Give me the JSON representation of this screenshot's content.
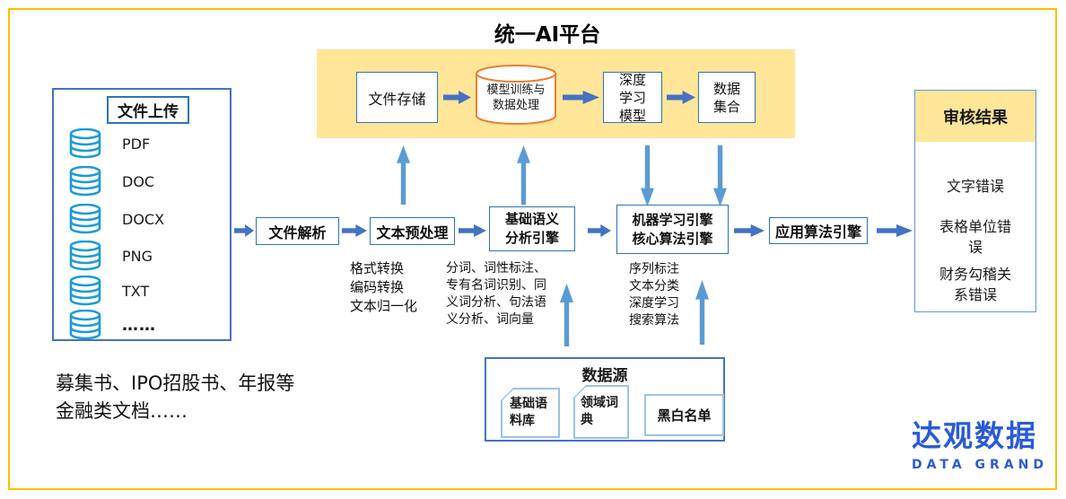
{
  "platform": {
    "title": "统一AI平台",
    "nodes": {
      "storage": "文件存储",
      "training": "模型训练与数据处理",
      "deep_model": "深度学习模型",
      "dataset": "数据集合"
    }
  },
  "upload": {
    "title": "文件上传",
    "items": [
      "PDF",
      "DOC",
      "DOCX",
      "PNG",
      "TXT",
      "……"
    ]
  },
  "pipeline": {
    "parse": "文件解析",
    "preprocess": "文本预处理",
    "semantic": "基础语义分析引擎",
    "ml_engine": "机器学习引擎核心算法引擎",
    "applied": "应用算法引擎"
  },
  "notes": {
    "preprocess": "格式转换\n编码转换\n文本归一化",
    "semantic": "分词、词性标注、专有名词识别、同义词分析、句法语义分析、词向量",
    "ml_engine": "序列标注\n文本分类\n深度学习\n搜索算法"
  },
  "datasource": {
    "title": "数据源",
    "items": [
      "基础语料库",
      "领域词典",
      "黑白名单"
    ]
  },
  "results": {
    "title": "审核结果",
    "items": [
      "文字错误",
      "表格单位错误",
      "财务勾稽关系错误"
    ]
  },
  "caption": "募集书、IPO招股书、年报等\n金融类文档……",
  "logo": {
    "cn": "达观数据",
    "en": "DATA GRAND"
  },
  "colors": {
    "frame_gold": "#FFC000",
    "band_yellow": "#FFE699",
    "box_border_blue": "#2E75B6",
    "panel_border_blue": "#4472C4",
    "arrow_dark_blue": "#4472C4",
    "arrow_light_blue": "#5B9BD5",
    "cylinder_orange": "#ED7D31",
    "db_icon_blue": "#1E9BD7",
    "card_border_blue": "#9DC3E6",
    "logo_blue": "#2B5BD7"
  }
}
